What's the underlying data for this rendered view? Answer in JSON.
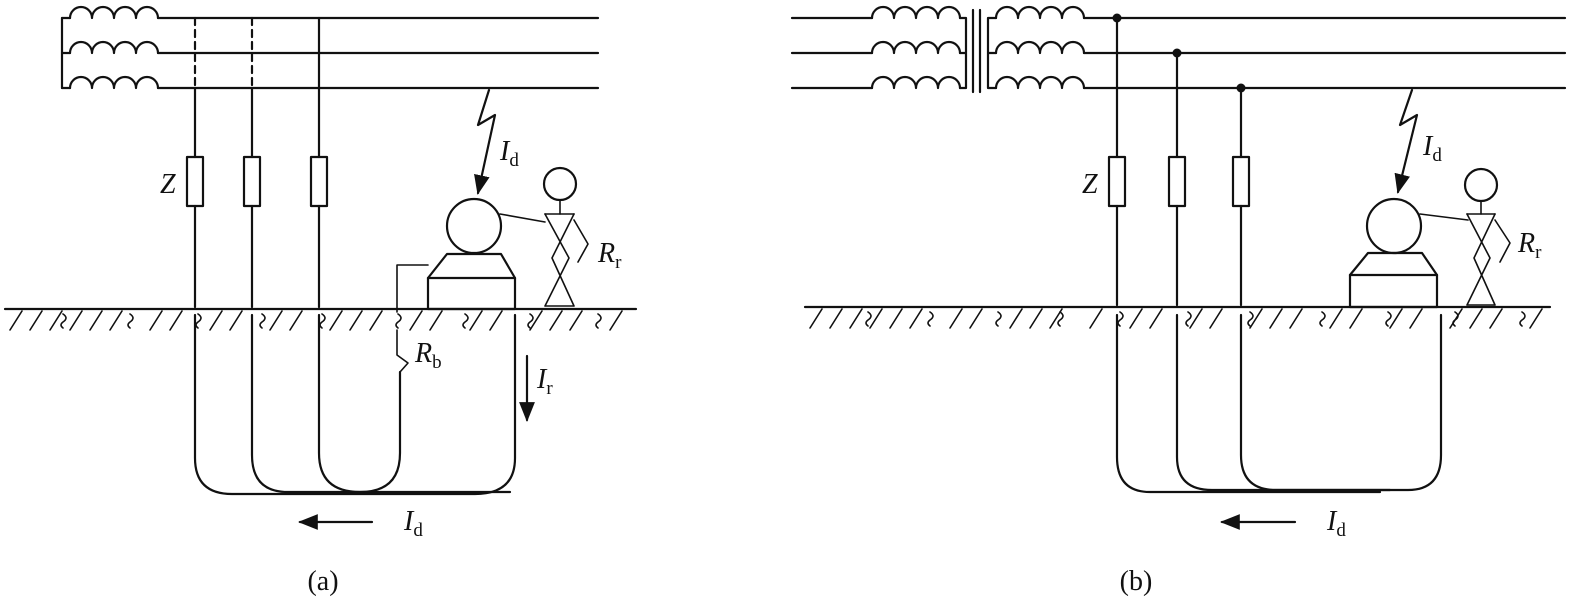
{
  "panel_a": {
    "caption": "(a)",
    "labels": {
      "impedance": "Z",
      "fault_current_main": "I",
      "fault_current_sub": "d",
      "body_resistance_main": "R",
      "body_resistance_sub": "r",
      "ground_resistance_main": "R",
      "ground_resistance_sub": "b",
      "body_current_main": "I",
      "body_current_sub": "r",
      "return_current_main": "I",
      "return_current_sub": "d"
    }
  },
  "panel_b": {
    "caption": "(b)",
    "labels": {
      "impedance": "Z",
      "fault_current_main": "I",
      "fault_current_sub": "d",
      "body_resistance_main": "R",
      "body_resistance_sub": "r",
      "return_current_main": "I",
      "return_current_sub": "d"
    }
  }
}
